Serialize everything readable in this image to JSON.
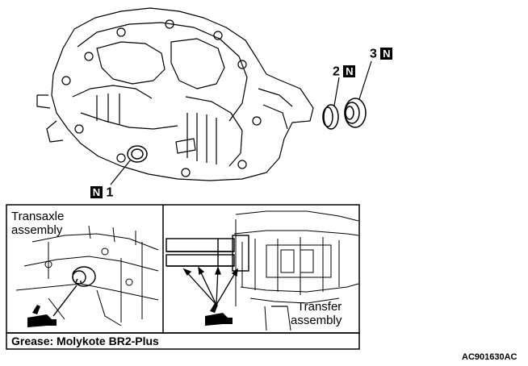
{
  "callouts": {
    "part1": {
      "number": "1",
      "badge": "N"
    },
    "part2": {
      "number": "2",
      "badge": "N"
    },
    "part3": {
      "number": "3",
      "badge": "N"
    }
  },
  "left_panel": {
    "label_line1": "Transaxle",
    "label_line2": "assembly"
  },
  "right_panel": {
    "label_line1": "Transfer",
    "label_line2": "assembly"
  },
  "grease_note": "Grease: Molykote BR2-Plus",
  "figure_id": "AC901630AC"
}
